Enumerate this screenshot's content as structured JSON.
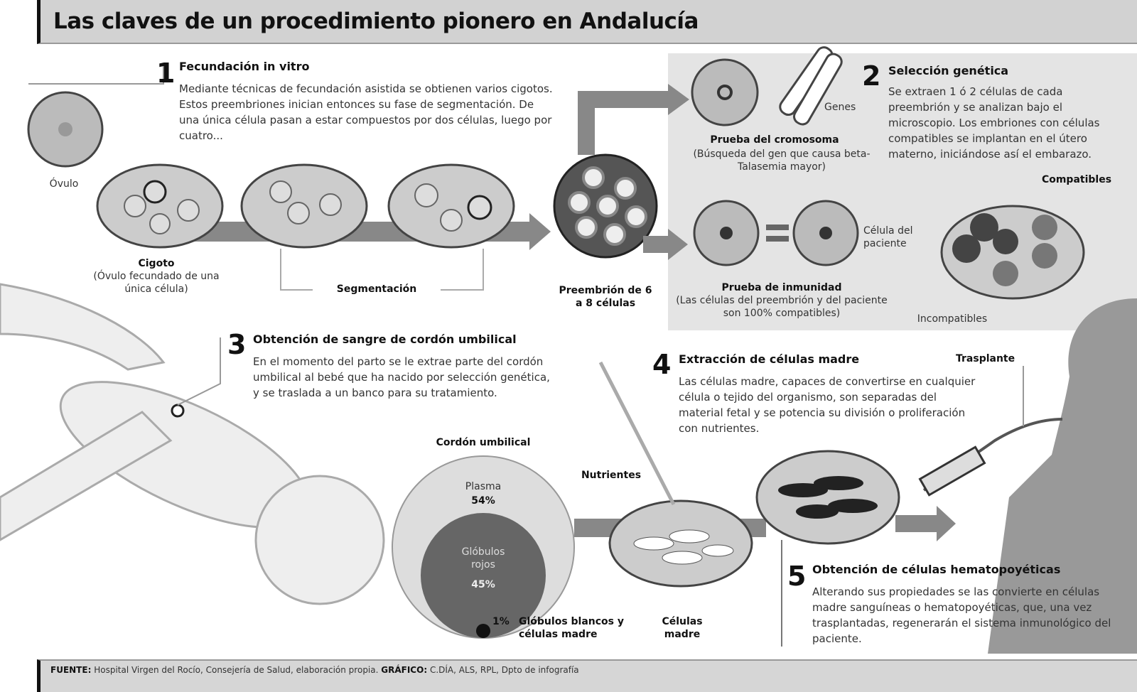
{
  "title": "Las claves de un procedimiento pionero en Andalucía",
  "step1": {
    "number": "1",
    "heading": "Fecundación in vitro",
    "text": "Mediante técnicas de fecundación asistida se obtienen varios cigotos. Estos preembriones inician entonces su fase de segmentación. De una única célula pasan a estar compuestos por dos células, luego por cuatro...",
    "labels": {
      "ovulo": "Óvulo",
      "cigoto": "Cigoto",
      "cigoto_desc": "(Óvulo fecundado de una única célula)",
      "segmentacion": "Segmentación",
      "preembrion": "Preembrión de 6 a 8 células"
    }
  },
  "step2": {
    "number": "2",
    "heading": "Selección genética",
    "text": "Se extraen 1 ó 2 células de cada preembrión y se analizan bajo el microscopio. Los embriones con células compatibles se implantan en el útero materno, iniciándose así el embarazo.",
    "labels": {
      "genes": "Genes",
      "cromosoma": "Prueba del cromosoma",
      "cromosoma_desc": "(Búsqueda del gen que causa beta-Talasemia mayor)",
      "inmunidad": "Prueba de inmunidad",
      "inmunidad_desc": "(Las células del preembrión y del paciente son 100% compatibles)",
      "celula_paciente": "Célula del paciente",
      "compatibles": "Compatibles",
      "incompatibles": "Incompatibles"
    }
  },
  "step3": {
    "number": "3",
    "heading": "Obtención de sangre de cordón umbilical",
    "text": "En el momento del parto se le extrae parte del cordón umbilical al bebé que ha nacido por selección genética, y se traslada a un banco para su tratamiento.",
    "labels": {
      "cordon": "Cordón umbilical",
      "plasma": "Plasma",
      "plasma_pct": "54%",
      "rojos": "Glóbulos rojos",
      "rojos_pct": "45%",
      "blancos_pct": "1%",
      "blancos": "Glóbulos blancos y células madre",
      "nutrientes": "Nutrientes",
      "celulas_madre": "Células madre"
    }
  },
  "step4": {
    "number": "4",
    "heading": "Extracción de células madre",
    "text": "Las células madre, capaces de convertirse en cualquier célula o tejido del organismo, son separadas del material fetal y se potencia su división o proliferación con nutrientes.",
    "labels": {
      "trasplante": "Trasplante"
    }
  },
  "step5": {
    "number": "5",
    "heading": "Obtención de células hematopoyéticas",
    "text": "Alterando sus propiedades se las convierte en células madre sanguíneas o hematopoyéticas, que, una vez trasplantadas, regenerarán el sistema inmunológico del paciente."
  },
  "footer": {
    "source_label": "FUENTE:",
    "source": "Hospital Virgen del Rocío, Consejería de Salud, elaboración propia.",
    "graphic_label": "GRÁFICO:",
    "graphic": "C.DÍA, ALS, RPL, Dpto de infografía"
  }
}
